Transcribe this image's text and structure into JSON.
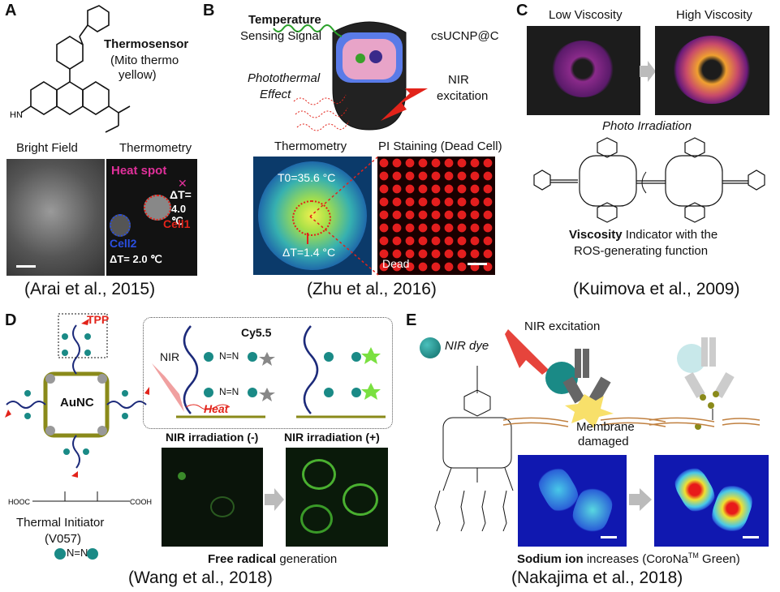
{
  "panels": {
    "A": {
      "letter": "A",
      "title": "Thermosensor",
      "subtitle1": "(Mito thermo",
      "subtitle2": "yellow)",
      "hn": "HN",
      "bright_field": "Bright Field",
      "thermometry": "Thermometry",
      "heat_spot": "Heat spot",
      "dt1_label": "ΔT=",
      "dt1_value": "4.0 ℃",
      "cell1": "Cell1",
      "cell2": "Cell2",
      "dt2": "ΔT= 2.0 ℃",
      "citation": "(Arai et al., 2015)"
    },
    "B": {
      "letter": "B",
      "temp_line1": "Temperature",
      "temp_line2": "Sensing Signal",
      "particle": "csUCNP@C",
      "photothermal1": "Photothermal",
      "photothermal2": "Effect",
      "nir1": "NIR",
      "nir2": "excitation",
      "thermometry": "Thermometry",
      "pi_staining": "PI Staining (Dead Cell)",
      "t0": "T0=35.6 °C",
      "dt": "ΔT=1.4 °C",
      "dead": "Dead",
      "citation": "(Zhu et al., 2016)"
    },
    "C": {
      "letter": "C",
      "low": "Low Viscosity",
      "high": "High Viscosity",
      "photo": "Photo Irradiation",
      "viscosity_bold": "Viscosity",
      "viscosity_rest": " Indicator with the",
      "ros": "ROS-generating function",
      "citation": "(Kuimova et al., 2009)"
    },
    "D": {
      "letter": "D",
      "tpp": "TPP",
      "aunc": "AuNC",
      "cy55": "Cy5.5",
      "nir": "NIR",
      "heat": "Heat",
      "nn": "N=N",
      "irr_minus": "NIR irradiation (-)",
      "irr_plus": "NIR irradiation (+)",
      "thermal1": "Thermal Initiator",
      "thermal2": "(V057)",
      "free_bold": "Free radical",
      "free_rest": " generation",
      "citation": "(Wang et al., 2018)"
    },
    "E": {
      "letter": "E",
      "nir_dye": "NIR dye",
      "nir_exc": "NIR excitation",
      "membrane1": "Membrane",
      "membrane2": "damaged",
      "sodium_bold": "Sodium ion",
      "sodium_rest": " increases (CoroNa",
      "tm": "TM",
      "green": " Green)",
      "citation": "(Nakajima et al., 2018)"
    }
  },
  "colors": {
    "teal": "#1a8a86",
    "red": "#e2231a",
    "navy": "#1c2a7a",
    "olive": "#8a8a1a",
    "magenta": "#e0309a",
    "blue": "#2a4ee0"
  }
}
